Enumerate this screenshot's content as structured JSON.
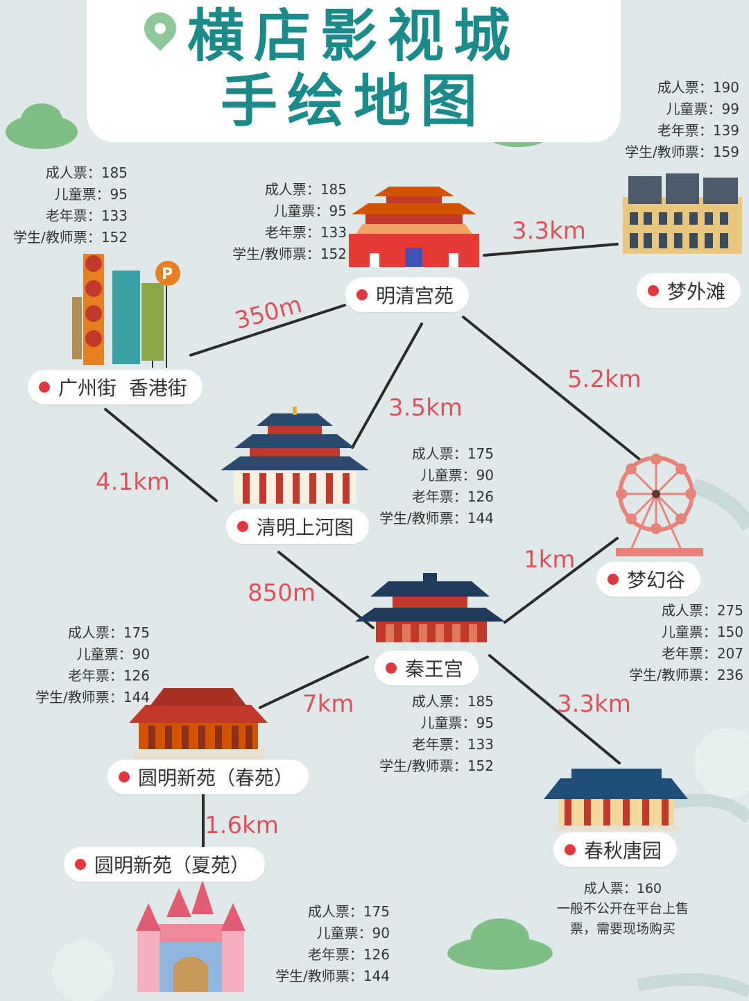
{
  "title": {
    "line1": "横店影视城",
    "line2": "手绘地图"
  },
  "colors": {
    "title": "#1b8a8a",
    "distance": "#e0505a",
    "dot": "#e0383e",
    "background": "#dfe9e9",
    "bush": "#7fbf86"
  },
  "price_labels": {
    "adult": "成人票：",
    "child": "儿童票：",
    "senior": "老年票：",
    "student": "学生/教师票："
  },
  "attractions": {
    "mingqing": {
      "name": "明清宫苑",
      "icon": "palace-icon",
      "prices": {
        "adult": "185",
        "child": "95",
        "senior": "133",
        "student": "152"
      }
    },
    "mengwaitan": {
      "name": "梦外滩",
      "icon": "bund-buildings-icon",
      "prices": {
        "adult": "190",
        "child": "99",
        "senior": "139",
        "student": "159"
      }
    },
    "guangzhou": {
      "name": "广州街  香港街",
      "icon": "street-signs-icon",
      "prices": {
        "adult": "185",
        "child": "95",
        "senior": "133",
        "student": "152"
      }
    },
    "qingming": {
      "name": "清明上河图",
      "icon": "pavilion-icon",
      "prices": {
        "adult": "175",
        "child": "90",
        "senior": "126",
        "student": "144"
      }
    },
    "menghuangu": {
      "name": "梦幻谷",
      "icon": "ferris-wheel-icon",
      "prices": {
        "adult": "275",
        "child": "150",
        "senior": "207",
        "student": "236"
      }
    },
    "qinwang": {
      "name": "秦王宫",
      "icon": "palace-icon",
      "prices": {
        "adult": "185",
        "child": "95",
        "senior": "133",
        "student": "152"
      }
    },
    "chunyuan": {
      "name": "圆明新苑（春苑）",
      "icon": "palace-icon",
      "prices": {
        "adult": "175",
        "child": "90",
        "senior": "126",
        "student": "144"
      }
    },
    "xiayuan": {
      "name": "圆明新苑（夏苑）",
      "icon": "castle-icon",
      "prices": {
        "adult": "175",
        "child": "90",
        "senior": "126",
        "student": "144"
      }
    },
    "chunqiu": {
      "name": "春秋唐园",
      "icon": "temple-icon",
      "adult_price": "160",
      "note": "一般不公开在平台上售票，需要现场购买"
    }
  },
  "routes": [
    {
      "from": "明清宫苑",
      "to": "梦外滩",
      "distance": "3.3km"
    },
    {
      "from": "广州街  香港街",
      "to": "明清宫苑",
      "distance": "350m"
    },
    {
      "from": "明清宫苑",
      "to": "清明上河图",
      "distance": "3.5km"
    },
    {
      "from": "明清宫苑",
      "to": "梦幻谷",
      "distance": "5.2km"
    },
    {
      "from": "广州街  香港街",
      "to": "清明上河图",
      "distance": "4.1km"
    },
    {
      "from": "清明上河图",
      "to": "秦王宫",
      "distance": "850m"
    },
    {
      "from": "秦王宫",
      "to": "梦幻谷",
      "distance": "1km"
    },
    {
      "from": "秦王宫",
      "to": "圆明新苑（春苑）",
      "distance": "7km"
    },
    {
      "from": "秦王宫",
      "to": "春秋唐园",
      "distance": "3.3km"
    },
    {
      "from": "圆明新苑（春苑）",
      "to": "圆明新苑（夏苑）",
      "distance": "1.6km"
    }
  ]
}
